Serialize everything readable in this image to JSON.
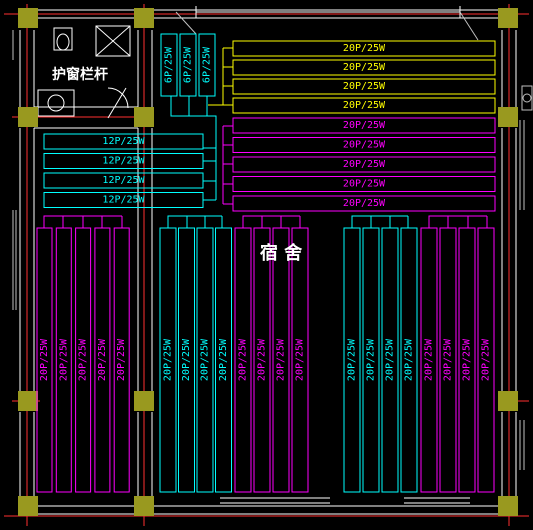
{
  "room_label": "宿 舍",
  "railing_note": "护窗栏杆",
  "colors": {
    "background": "#000000",
    "wall": "#ffffff",
    "column": "#99991f",
    "yellow": "#ffff00",
    "magenta": "#ff00ff",
    "cyan": "#00ffff",
    "red_grid": "#ff3030",
    "grey": "#bfbfbf"
  },
  "pv_labels": {
    "top_vertical": [
      "6P/25W",
      "6P/25W",
      "6P/25W"
    ],
    "right_yellow": [
      "20P/25W",
      "20P/25W",
      "20P/25W",
      "20P/25W"
    ],
    "right_magenta": [
      "20P/25W",
      "20P/25W",
      "20P/25W",
      "20P/25W",
      "20P/25W"
    ],
    "left_cyan": [
      "12P/25W",
      "12P/25W",
      "12P/25W",
      "12P/25W"
    ],
    "bottom_left_magenta": [
      "20P/25W",
      "20P/25W",
      "20P/25W",
      "20P/25W",
      "20P/25W"
    ],
    "bottom_mid_cyan": [
      "20P/25W",
      "20P/25W",
      "20P/25W",
      "20P/25W"
    ],
    "bottom_mid_magenta": [
      "20P/25W",
      "20P/25W",
      "20P/25W",
      "20P/25W"
    ],
    "bottom_right_cyan": [
      "20P/25W",
      "20P/25W",
      "20P/25W",
      "20P/25W"
    ],
    "bottom_right_magenta": [
      "20P/25W",
      "20P/25W",
      "20P/25W",
      "20P/25W"
    ]
  }
}
